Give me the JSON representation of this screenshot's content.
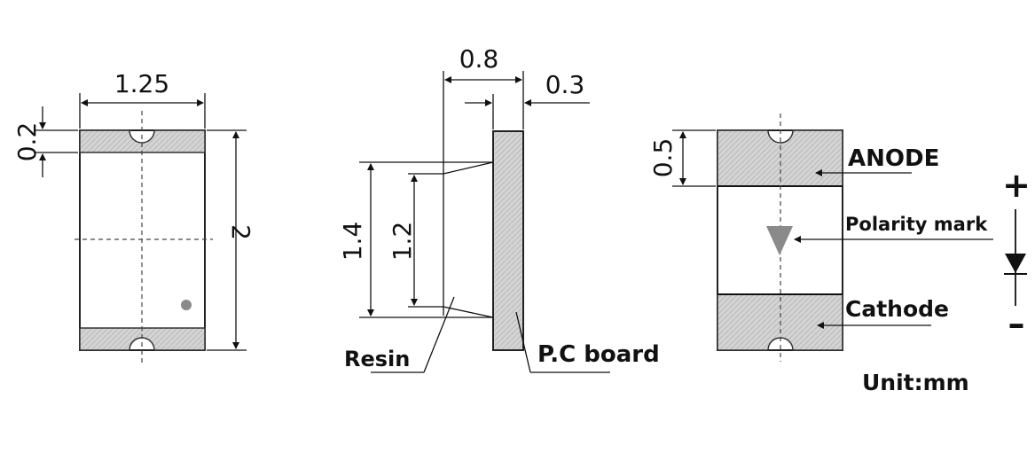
{
  "colors": {
    "ink": "#111111",
    "pad_fill": "#d4d4d4",
    "polarity_mark": "#8a8a8a"
  },
  "top_view": {
    "width_dim": "1.25",
    "pad_dim": "0.2",
    "length_dim": "2"
  },
  "side_view": {
    "width_dim": "0.8",
    "board_dim": "0.3",
    "outer_height_dim": "1.4",
    "inner_height_dim": "1.2",
    "resin_label": "Resin",
    "board_label": "P.C board"
  },
  "bottom_view": {
    "pad_dim": "0.5",
    "anode_label": "ANODE",
    "polarity_label": "Polarity mark",
    "cathode_label": "Cathode",
    "unit_label": "Unit:mm"
  },
  "symbol": {
    "plus": "+",
    "minus": "–",
    "icon": "diode-symbol-icon"
  }
}
